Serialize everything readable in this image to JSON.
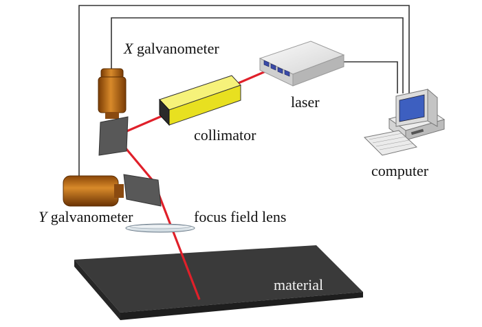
{
  "labels": {
    "x_galvo_axis": "X",
    "x_galvo_text": "galvanometer",
    "laser": "laser",
    "collimator": "collimator",
    "computer": "computer",
    "y_galvo_axis": "Y",
    "y_galvo_text": "galvanometer",
    "focus_lens": "focus field lens",
    "material": "material"
  },
  "colors": {
    "beam": "#e0202a",
    "wire": "#333333",
    "galvo_body": "#c06a10",
    "mirror": "#585858",
    "collimator": "#e8e020",
    "material_top": "#3a3a3a",
    "material_side": "#1e1e1e"
  }
}
